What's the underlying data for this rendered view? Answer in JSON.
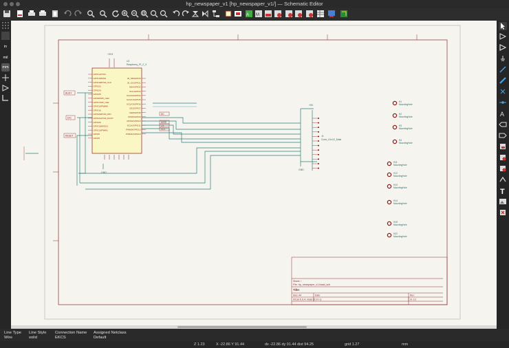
{
  "window": {
    "title": "hp_newspaper_v1 [hp_newspaper_v1/] — Schematic Editor"
  },
  "top_toolbar": {
    "icons": [
      "save-icon",
      "page-settings-icon",
      "print-icon",
      "plot-icon",
      "paste-icon",
      "undo-icon",
      "redo-icon",
      "find-icon",
      "find-replace-icon",
      "refresh-icon",
      "zoom-in-icon",
      "zoom-out-icon",
      "zoom-fit-icon",
      "zoom-objects-icon",
      "zoom-selection-icon",
      "rotate-ccw-icon",
      "rotate-cw-icon",
      "mirror-v-icon",
      "mirror-h-icon",
      "hierarchy-icon",
      "symbol-editor-icon",
      "symbol-browser-icon",
      "footprint-assign-icon",
      "annotate-icon",
      "erc-icon",
      "netlist-icon",
      "bom-icon",
      "pcb-editor-icon"
    ]
  },
  "left_toolbar": {
    "items": [
      "in",
      "mil",
      "mm"
    ]
  },
  "schematic": {
    "mcu": {
      "ref": "U1",
      "value": "Raspberry_Pi_2_3",
      "pins_left": [
        "GPIO14/TXD",
        "GPIO15/RXD",
        "GPIO18/PCM_CLK",
        "GPIO23",
        "GPIO24",
        "GPIO25",
        "GPIO8/SPI_CE0",
        "GPIO7/SPI_CE1",
        "GPIO12/PWM0",
        "GPIO16",
        "GPIO20/PCM_DIN",
        "GPIO21/PCM_DOUT",
        "GPIO26",
        "GPIO19/MISO1",
        "GPIO13/PWM1",
        "GPIO6",
        "GPIO5"
      ],
      "pins_right": [
        "ID_SD/GPIO0",
        "ID_SC/GPIO1",
        "SDA/GPIO2",
        "SCL/GPIO3",
        "GCLK0/GPIO4",
        "GCLK1/GPIO5",
        "GCLK2/GPIO6",
        "CE1/GPIO7",
        "CE0/GPIO8",
        "MISO/GPIO9",
        "MOSI/GPIO10",
        "SCLK/GPIO11",
        "PWM0/GPIO12",
        "PWM1/GPIO13"
      ]
    },
    "power": {
      "plus5v": "+5V",
      "gnd": "GND",
      "v3v3": "+3V3"
    },
    "labels_left": [
      "BUSY",
      "D/C",
      "RESET"
    ],
    "labels_mid": [
      "DC",
      "MOSI",
      "CS",
      "SCK"
    ],
    "connector": {
      "ref": "J1",
      "value": "Conn_01x12_Male"
    },
    "mounting_holes": [
      {
        "ref": "H1",
        "label": "MountingHole"
      },
      {
        "ref": "H2",
        "label": "MountingHole"
      },
      {
        "ref": "H3",
        "label": "MountingHole"
      },
      {
        "ref": "H4",
        "label": "MountingHole"
      },
      {
        "ref": "H11",
        "label": "MountingHole"
      },
      {
        "ref": "H12",
        "label": "MountingHole"
      },
      {
        "ref": "H13",
        "label": "MountingHole"
      },
      {
        "ref": "H14",
        "label": "MountingHole"
      },
      {
        "ref": "H15",
        "label": "MountingHole"
      },
      {
        "ref": "H22",
        "label": "MountingHole"
      }
    ],
    "title_block": {
      "sheet": "Sheet: /",
      "file": "File: hp_newspaper_v1.kicad_sch",
      "title": "Title:",
      "size_label": "Size: A4",
      "date_label": "Date:",
      "rev_label": "Rev:",
      "tool": "KiCad E.D.A. kicad (5.0.0-1)",
      "id": "Id: 1/1"
    }
  },
  "message_panel": [
    {
      "label": "Line Type",
      "value": "Wire"
    },
    {
      "label": "Line Style",
      "value": "solid"
    },
    {
      "label": "Connection Name",
      "value": "EKCS"
    },
    {
      "label": "Assigned Netclass",
      "value": "Default"
    }
  ],
  "status": {
    "zoom": "Z 1.23",
    "coords": "X -22.86  Y 91.44",
    "delta": "dx -22.86  dy 91.44  dist 94.25",
    "grid": "grid 1.27",
    "units": "mm"
  },
  "colors": {
    "wire": "#2d7f7b",
    "symbol_fill": "#fbf7c4",
    "symbol_border": "#8c1e1e",
    "sheet_border": "#8c2a2a",
    "canvas": "#f5f4ef"
  }
}
